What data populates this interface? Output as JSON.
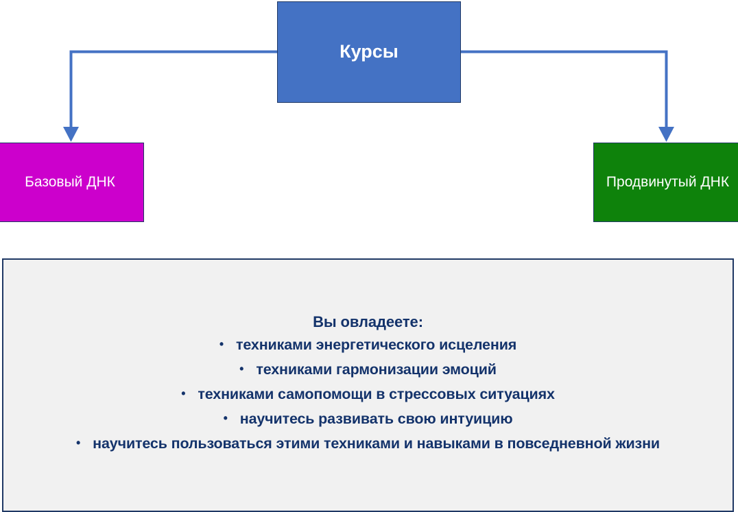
{
  "diagram": {
    "type": "org-chart",
    "root": {
      "label": "Курсы",
      "color": "#4472C4",
      "text_color": "#FFFFFF",
      "border_color": "#1F3864"
    },
    "children": [
      {
        "label": "Базовый ДНК",
        "color": "#CC00CC",
        "text_color": "#FFFFFF",
        "border_color": "#1F3864",
        "position": "left"
      },
      {
        "label": "Продвинутый ДНК",
        "color": "#0E820B",
        "text_color": "#FFFFFF",
        "border_color": "#1F3864",
        "position": "right"
      }
    ],
    "connector_color": "#4472C4"
  },
  "info_panel": {
    "heading": "Вы овладеете:",
    "background": "#F1F1F1",
    "border_color": "#1F3864",
    "text_color": "#14336B",
    "bullet_glyph": "•",
    "bullets": [
      "техниками энергетического исцеления",
      "техниками гармонизации эмоций",
      "техниками самопомощи в стрессовых ситуациях",
      "научитесь развивать свою интуицию",
      "научитесь пользоваться этими техниками и навыками в повседневной жизни"
    ]
  }
}
